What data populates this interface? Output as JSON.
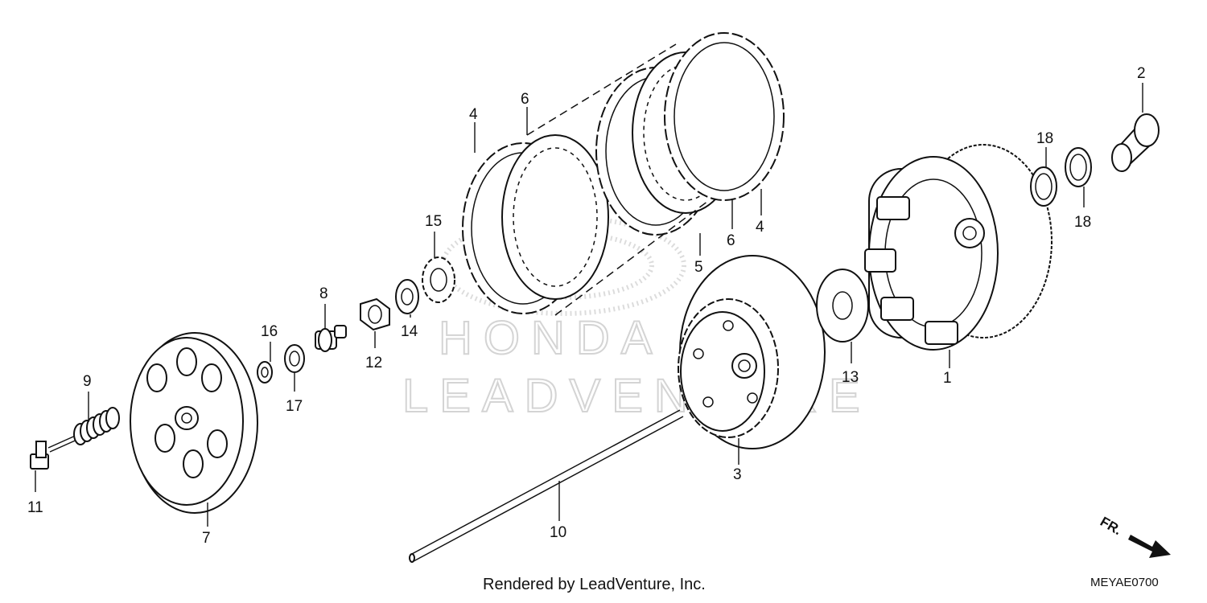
{
  "watermark": {
    "brand": "HONDA",
    "company": "LEADVENTURE"
  },
  "callouts": {
    "p1": "1",
    "p2": "2",
    "p3": "3",
    "p4a": "4",
    "p4b": "4",
    "p5": "5",
    "p6a": "6",
    "p6b": "6",
    "p7": "7",
    "p8": "8",
    "p9": "9",
    "p10": "10",
    "p11": "11",
    "p12": "12",
    "p13": "13",
    "p14": "14",
    "p15": "15",
    "p16": "16",
    "p17": "17",
    "p18a": "18",
    "p18b": "18"
  },
  "direction": {
    "label": "FR.",
    "icon": "front-direction-arrow-icon"
  },
  "footer": {
    "credit": "Rendered by LeadVenture, Inc.",
    "code": "MEYAE0700"
  }
}
